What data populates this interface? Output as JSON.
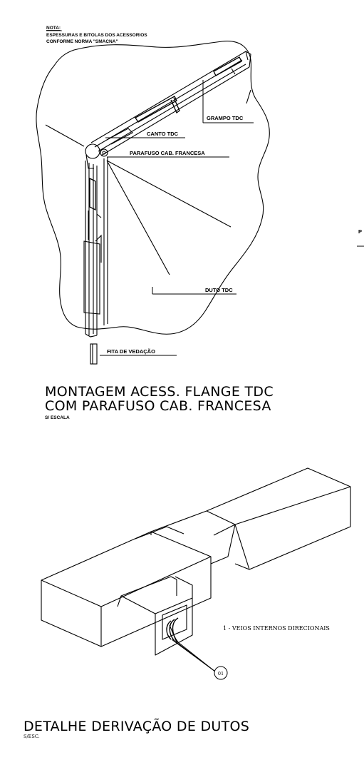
{
  "note": {
    "heading": "NOTA:",
    "line1": "ESPESSURAS E BITOLAS DOS ACESSORIOS",
    "line2": "CONFORME NORMA \"SMACNA\""
  },
  "flange_detail": {
    "callouts": {
      "grampo": "GRAMPO TDC",
      "canto": "CANTO TDC",
      "parafuso": "PARAFUSO CAB. FRANCESA",
      "duto": "DUTO TDC",
      "fita": "FITA DE VEDAÇÃO"
    },
    "title_line1": "MONTAGEM ACESS. FLANGE TDC",
    "title_line2": "COM PARAFUSO CAB. FRANCESA",
    "scale": "S/ ESCALA"
  },
  "edge_label": "P",
  "branch_detail": {
    "legend": "1 - VEIOS INTERNOS DIRECIONAIS",
    "marker": "01",
    "title": "DETALHE DERIVAÇÃO DE DUTOS",
    "scale": "S/ESC."
  },
  "colors": {
    "ink": "#000000",
    "paper": "#ffffff"
  }
}
